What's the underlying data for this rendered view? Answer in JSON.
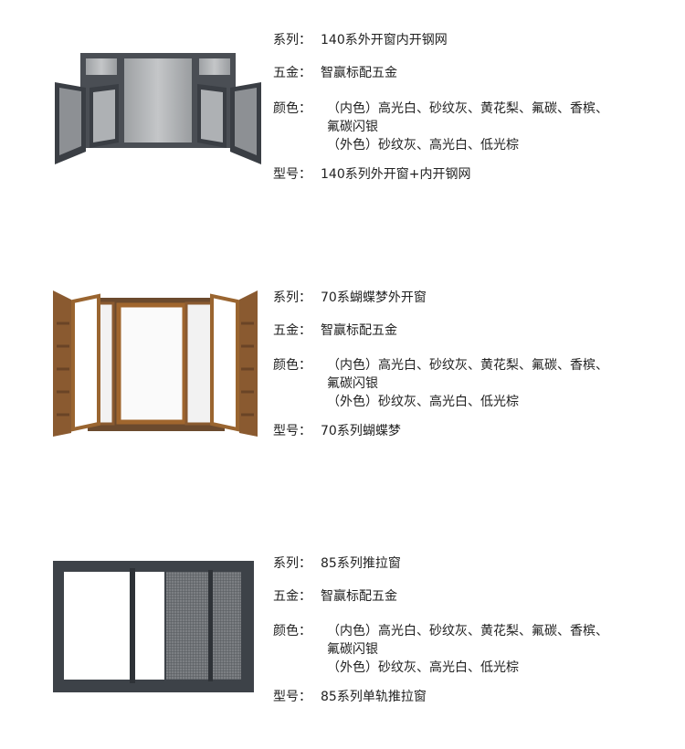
{
  "labels": {
    "series": "系列：",
    "hardware": "五金：",
    "colors": "颜色：",
    "model": "型号："
  },
  "products": [
    {
      "series": "140系外开窗内开钢网",
      "hardware": "智赢标配五金",
      "inner_colors": "（内色）高光白、砂纹灰、黄花梨、氟碳、香槟、",
      "inner_colors_cont": "氟碳闪银",
      "outer_colors": "（外色）砂纹灰、高光白、低光棕",
      "model": "140系列外开窗+内开钢网"
    },
    {
      "series": "70系蝴蝶梦外开窗",
      "hardware": "智赢标配五金",
      "inner_colors": "（内色）高光白、砂纹灰、黄花梨、氟碳、香槟、",
      "inner_colors_cont": "氟碳闪银",
      "outer_colors": "（外色）砂纹灰、高光白、低光棕",
      "model": "70系列蝴蝶梦"
    },
    {
      "series": "85系列推拉窗",
      "hardware": "智赢标配五金",
      "inner_colors": "（内色）高光白、砂纹灰、黄花梨、氟碳、香槟、",
      "inner_colors_cont": "氟碳闪银",
      "outer_colors": "（外色）砂纹灰、高光白、低光棕",
      "model": "85系列单轨推拉窗"
    }
  ]
}
